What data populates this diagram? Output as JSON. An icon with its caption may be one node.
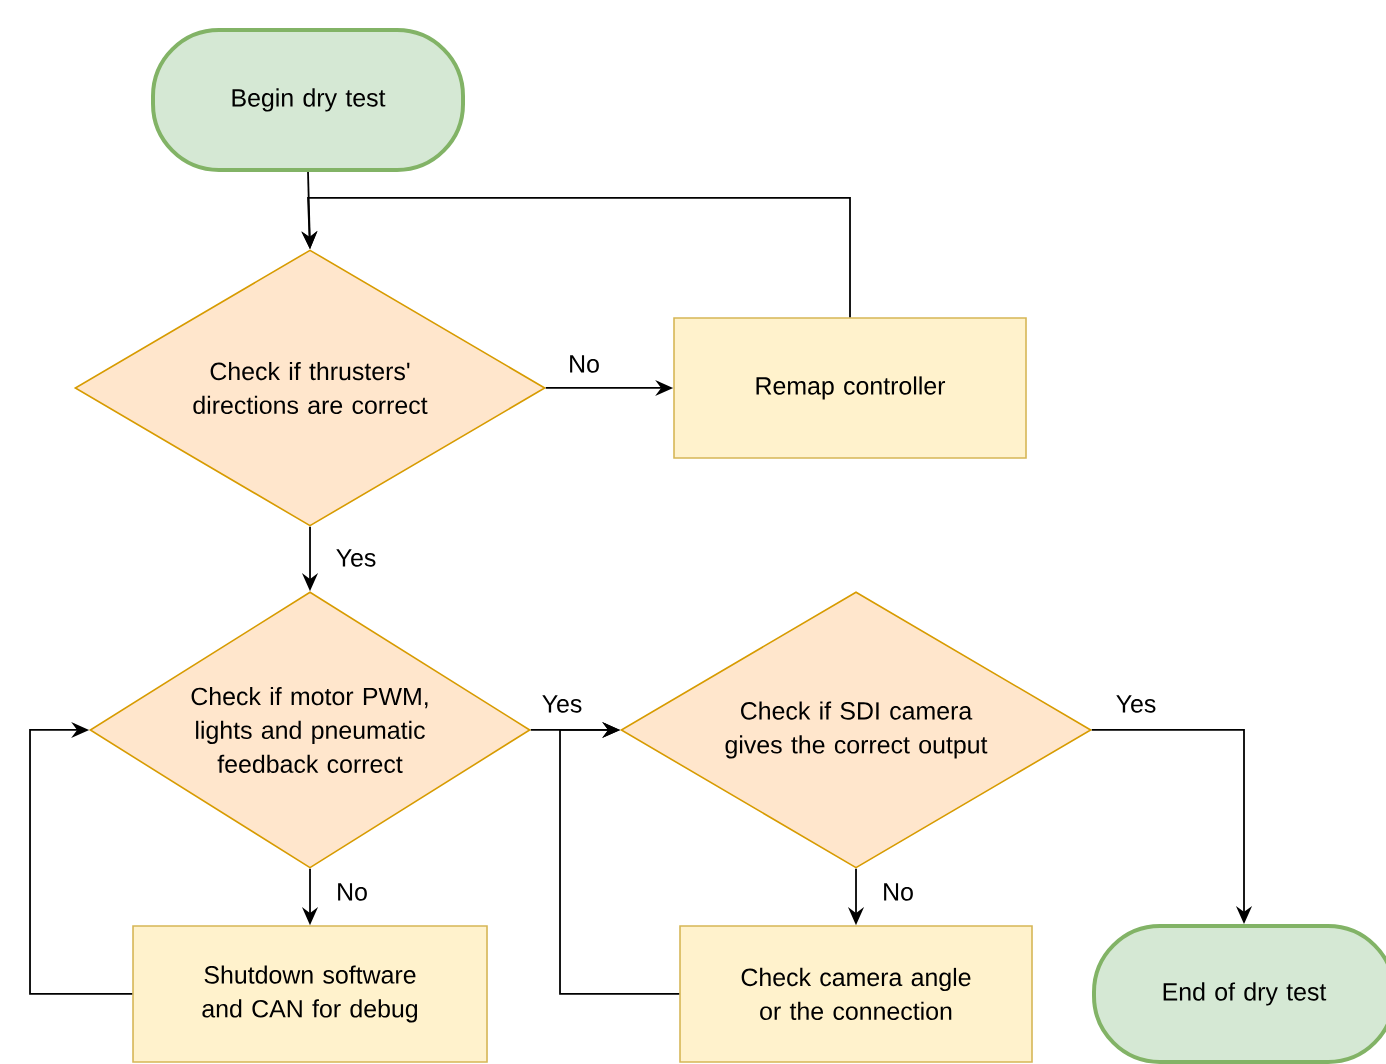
{
  "diagram": {
    "nodes": [
      {
        "text": [
          "Begin dry test"
        ]
      },
      {
        "text": [
          "Check if thrusters' directions are correct"
        ]
      },
      {
        "text": [
          "Remap controller"
        ]
      },
      {
        "text": [
          "Check if motor PWM, lights and pneumatic feedback correct"
        ]
      },
      {
        "text": [
          "Check if SDI camera gives the correct output"
        ]
      },
      {
        "text": [
          "Shutdown software and CAN for debug"
        ]
      },
      {
        "text": [
          "Check camera angle or the connection"
        ]
      },
      {
        "text": [
          "End of dry test"
        ]
      }
    ],
    "edges": [
      {
        "from": 0,
        "to": 1,
        "arrow": "to"
      },
      {
        "from": 1,
        "to": 2,
        "arrow": "to",
        "label": "No"
      },
      {
        "from": 2,
        "to": 1,
        "arrow": "to"
      },
      {
        "from": 1,
        "to": 3,
        "arrow": "to",
        "label": "Yes"
      },
      {
        "from": 3,
        "to": 4,
        "arrow": "to",
        "label": "Yes"
      },
      {
        "from": 3,
        "to": 5,
        "arrow": "to",
        "label": "No"
      },
      {
        "from": 5,
        "to": 3,
        "arrow": "to"
      },
      {
        "from": 4,
        "to": 6,
        "arrow": "to",
        "label": "No"
      },
      {
        "from": 6,
        "to": 4,
        "arrow": "to"
      },
      {
        "from": 4,
        "to": 7,
        "arrow": "to",
        "label": "Yes"
      }
    ]
  }
}
